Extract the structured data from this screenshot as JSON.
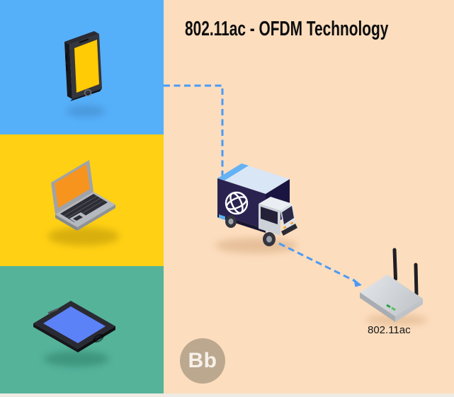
{
  "header": {
    "title": "802.11ac - OFDM Technology"
  },
  "sidebar": {
    "panels": [
      {
        "device_icon": "smartphone-icon",
        "color": "#56AFF9"
      },
      {
        "device_icon": "laptop-icon",
        "color": "#FFD014"
      },
      {
        "device_icon": "tablet-icon",
        "color": "#55B39A"
      }
    ]
  },
  "diagram": {
    "truck_icon": "internet-delivery-truck-icon",
    "router_icon": "wifi-router-icon",
    "router_label": "802.11ac",
    "connector_style": "dashed"
  },
  "logo": {
    "text": "Bb"
  },
  "colors": {
    "main_background": "#FCDDBE",
    "panel_blue": "#56AFF9",
    "panel_yellow": "#FFD014",
    "panel_teal": "#55B39A",
    "connector": "#4A9BF5",
    "title_text": "#0D0D0D",
    "logo_circle": "#BCA88F",
    "logo_text": "#F6F1EA",
    "bottom_strip": "#EFEAE3"
  }
}
